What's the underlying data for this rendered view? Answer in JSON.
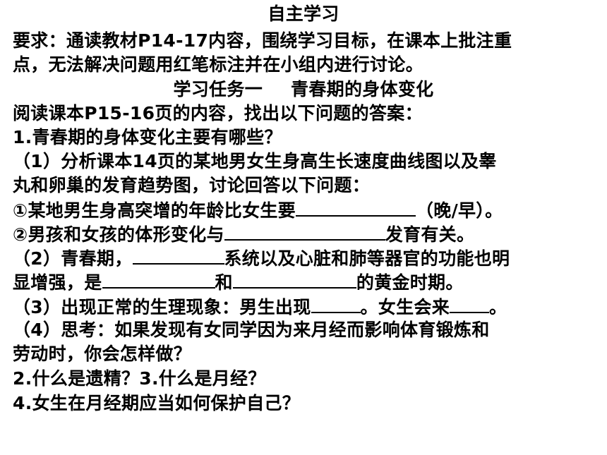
{
  "document": {
    "title": "自主学习",
    "requirement_line1": "要求：通读教材P14-17内容，围绕学习目标，在课本上批注重",
    "requirement_line2": "点，无法解决问题用红笔标注并在小组内进行讨论。",
    "task_label": "学习任务一",
    "task_title": "青春期的身体变化",
    "read_instruction": "阅读课本P15-16页的内容，找出以下问题的答案：",
    "q1": "1.青春期的身体变化主要有哪些？",
    "p1_line1": "（1）分析课本14页的某地男女生身高生长速度曲线图以及睾",
    "p1_line2": "丸和卵巢的发育趋势图，讨论回答以下问题：",
    "p1_a_before": "①某地男生身高突增的年龄比女生要",
    "p1_a_after": "（晚/早）。",
    "p1_b_before": "②男孩和女孩的体形变化与",
    "p1_b_after": "发育有关。",
    "p2_before": "（2）青春期，",
    "p2_after": "系统以及心脏和肺等器官的功能也明",
    "p2_line2_before": "显增强，是",
    "p2_line2_mid": "和",
    "p2_line2_after": "的黄金时期。",
    "p3_before": "（3）出现正常的生理现象：男生出现",
    "p3_mid": "。女生会来",
    "p3_after": "。",
    "p4_line1": "（4）思考：如果发现有女同学因为来月经而影响体育锻炼和",
    "p4_line2": "劳动时，你会怎样做？",
    "q2q3": "2.什么是遗精？3.什么是月经？",
    "q4": "4.女生在月经期应当如何保护自己？"
  }
}
